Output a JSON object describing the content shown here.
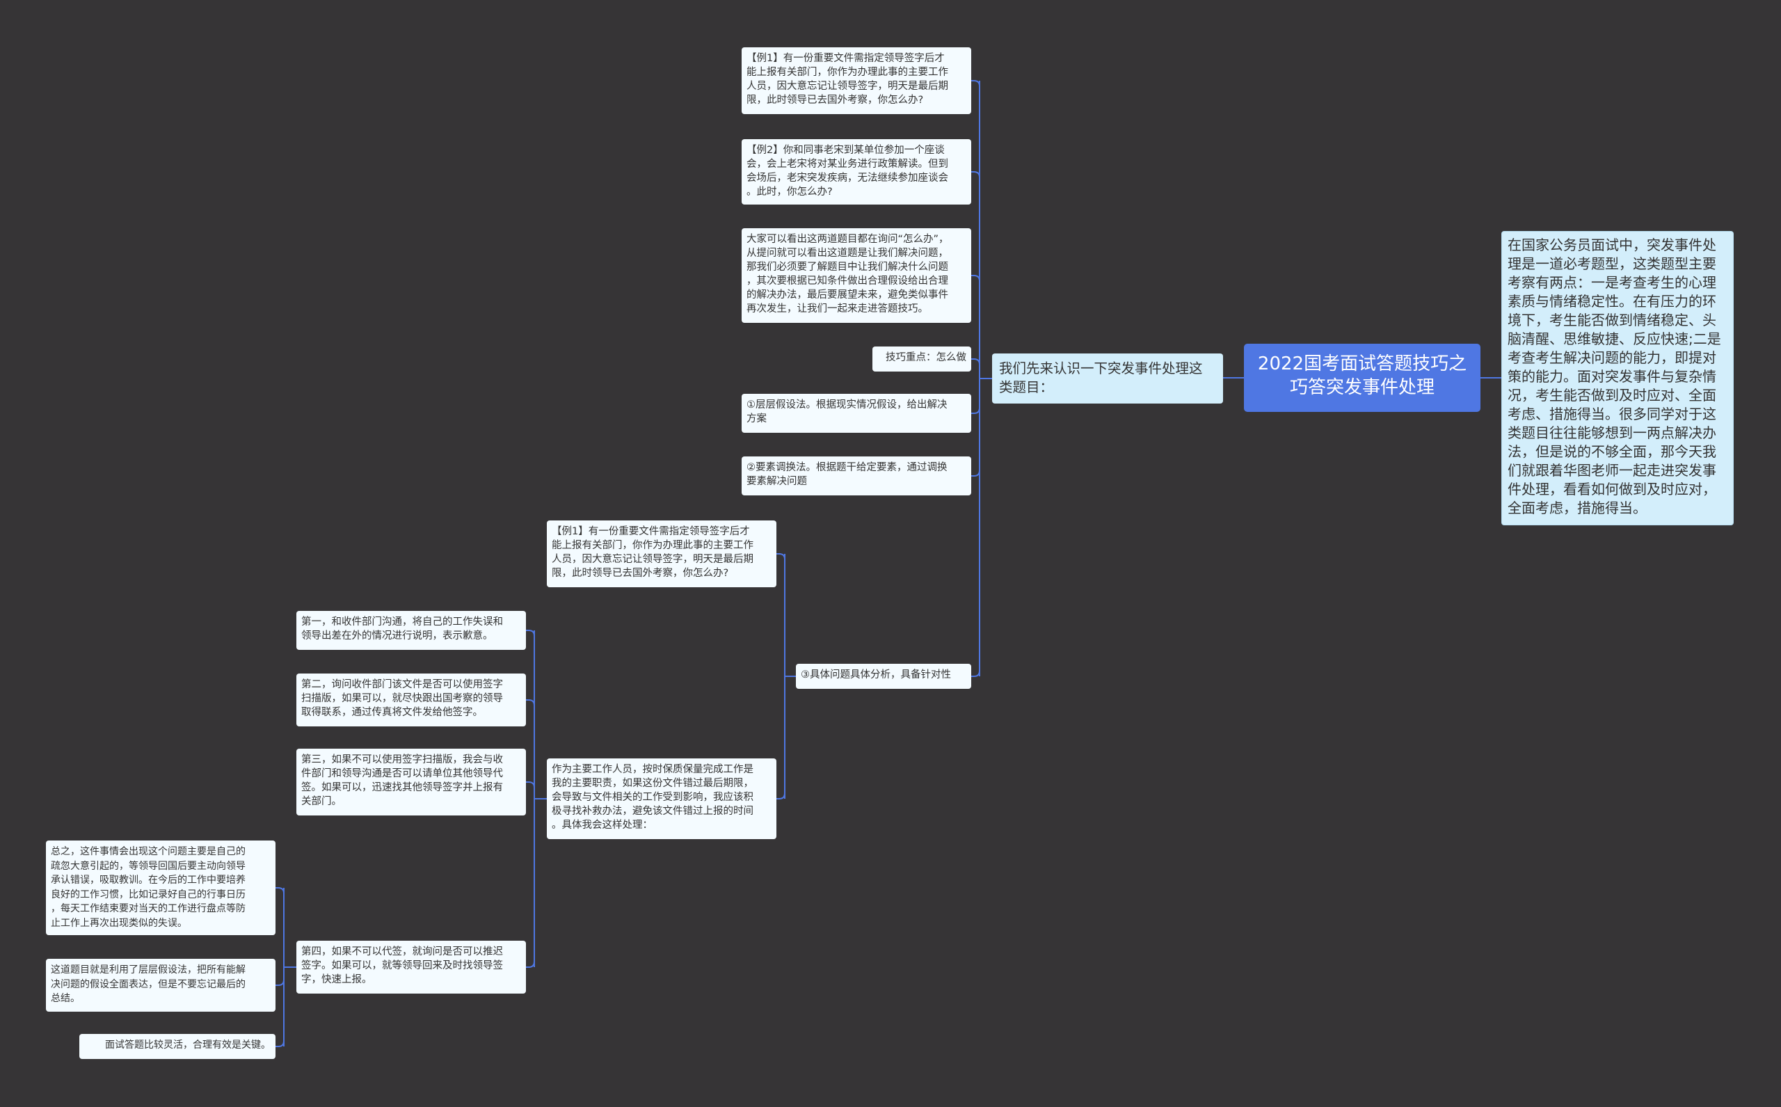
{
  "root": {
    "title": "2022国考面试答题技巧之\n巧答突发事件处理"
  },
  "intro": {
    "text": "在国家公务员面试中，突发事件处\n理是一道必考题型，这类题型主要\n考察有两点：一是考查考生的心理\n素质与情绪稳定性。在有压力的环\n境下，考生能否做到情绪稳定、头\n脑清醒、思维敏捷、反应快速;二是\n考查考生解决问题的能力，即提对\n策的能力。面对突发事件与复杂情\n况，考生能否做到及时应对、全面\n考虑、措施得当。很多同学对于这\n类题目往往能够想到一两点解决办\n法，但是说的不够全面，那今天我\n们就跟着华图老师一起走进突发事\n件处理，看看如何做到及时应对，\n全面考虑，措施得当。"
  },
  "branch": {
    "text": "我们先来认识一下突发事件处理这\n类题目："
  },
  "level2": [
    "【例1】有一份重要文件需指定领导签字后才\n能上报有关部门，你作为办理此事的主要工作\n人员，因大意忘记让领导签字，明天是最后期\n限，此时领导已去国外考察，你怎么办?",
    "【例2】你和同事老宋到某单位参加一个座谈\n会，会上老宋将对某业务进行政策解读。但到\n会场后，老宋突发疾病，无法继续参加座谈会\n。此时，你怎么办?",
    "大家可以看出这两道题目都在询问“怎么办”，\n从提问就可以看出这道题是让我们解决问题，\n那我们必须要了解题目中让我们解决什么问题\n，其次要根据已知条件做出合理假设给出合理\n的解决办法，最后要展望未来，避免类似事件\n再次发生，让我们一起来走进答题技巧。",
    "技巧重点：怎么做",
    "①层层假设法。根据现实情况假设，给出解决\n方案",
    "②要素调换法。根据题干给定要素，通过调换\n要素解决问题",
    "③具体问题具体分析，具备针对性"
  ],
  "level3": [
    "【例1】有一份重要文件需指定领导签字后才\n能上报有关部门，你作为办理此事的主要工作\n人员，因大意忘记让领导签字，明天是最后期\n限，此时领导已去国外考察，你怎么办?",
    "作为主要工作人员，按时保质保量完成工作是\n我的主要职责，如果这份文件错过最后期限，\n会导致与文件相关的工作受到影响，我应该积\n极寻找补救办法，避免该文件错过上报的时间\n。具体我会这样处理："
  ],
  "level4": [
    "第一，和收件部门沟通，将自己的工作失误和\n领导出差在外的情况进行说明，表示歉意。",
    "第二，询问收件部门该文件是否可以使用签字\n扫描版，如果可以，就尽快跟出国考察的领导\n取得联系，通过传真将文件发给他签字。",
    "第三，如果不可以使用签字扫描版，我会与收\n件部门和领导沟通是否可以请单位其他领导代\n签。如果可以，迅速找其他领导签字并上报有\n关部门。",
    "第四，如果不可以代签，就询问是否可以推迟\n签字。如果可以，就等领导回来及时找领导签\n字，快速上报。"
  ],
  "level5": [
    "总之，这件事情会出现这个问题主要是自己的\n疏忽大意引起的，等领导回国后要主动向领导\n承认错误，吸取教训。在今后的工作中要培养\n良好的工作习惯，比如记录好自己的行事日历\n，每天工作结束要对当天的工作进行盘点等防\n止工作上再次出现类似的失误。",
    "这道题目就是利用了层层假设法，把所有能解\n决问题的假设全面表达，但是不要忘记最后的\n总结。",
    "面试答题比较灵活，合理有效是关键。"
  ],
  "colors": {
    "background": "#363436",
    "line": "#4f77e3",
    "root": "#4f77e3",
    "branch": "#d3eefb",
    "node": "#f4fbff"
  }
}
